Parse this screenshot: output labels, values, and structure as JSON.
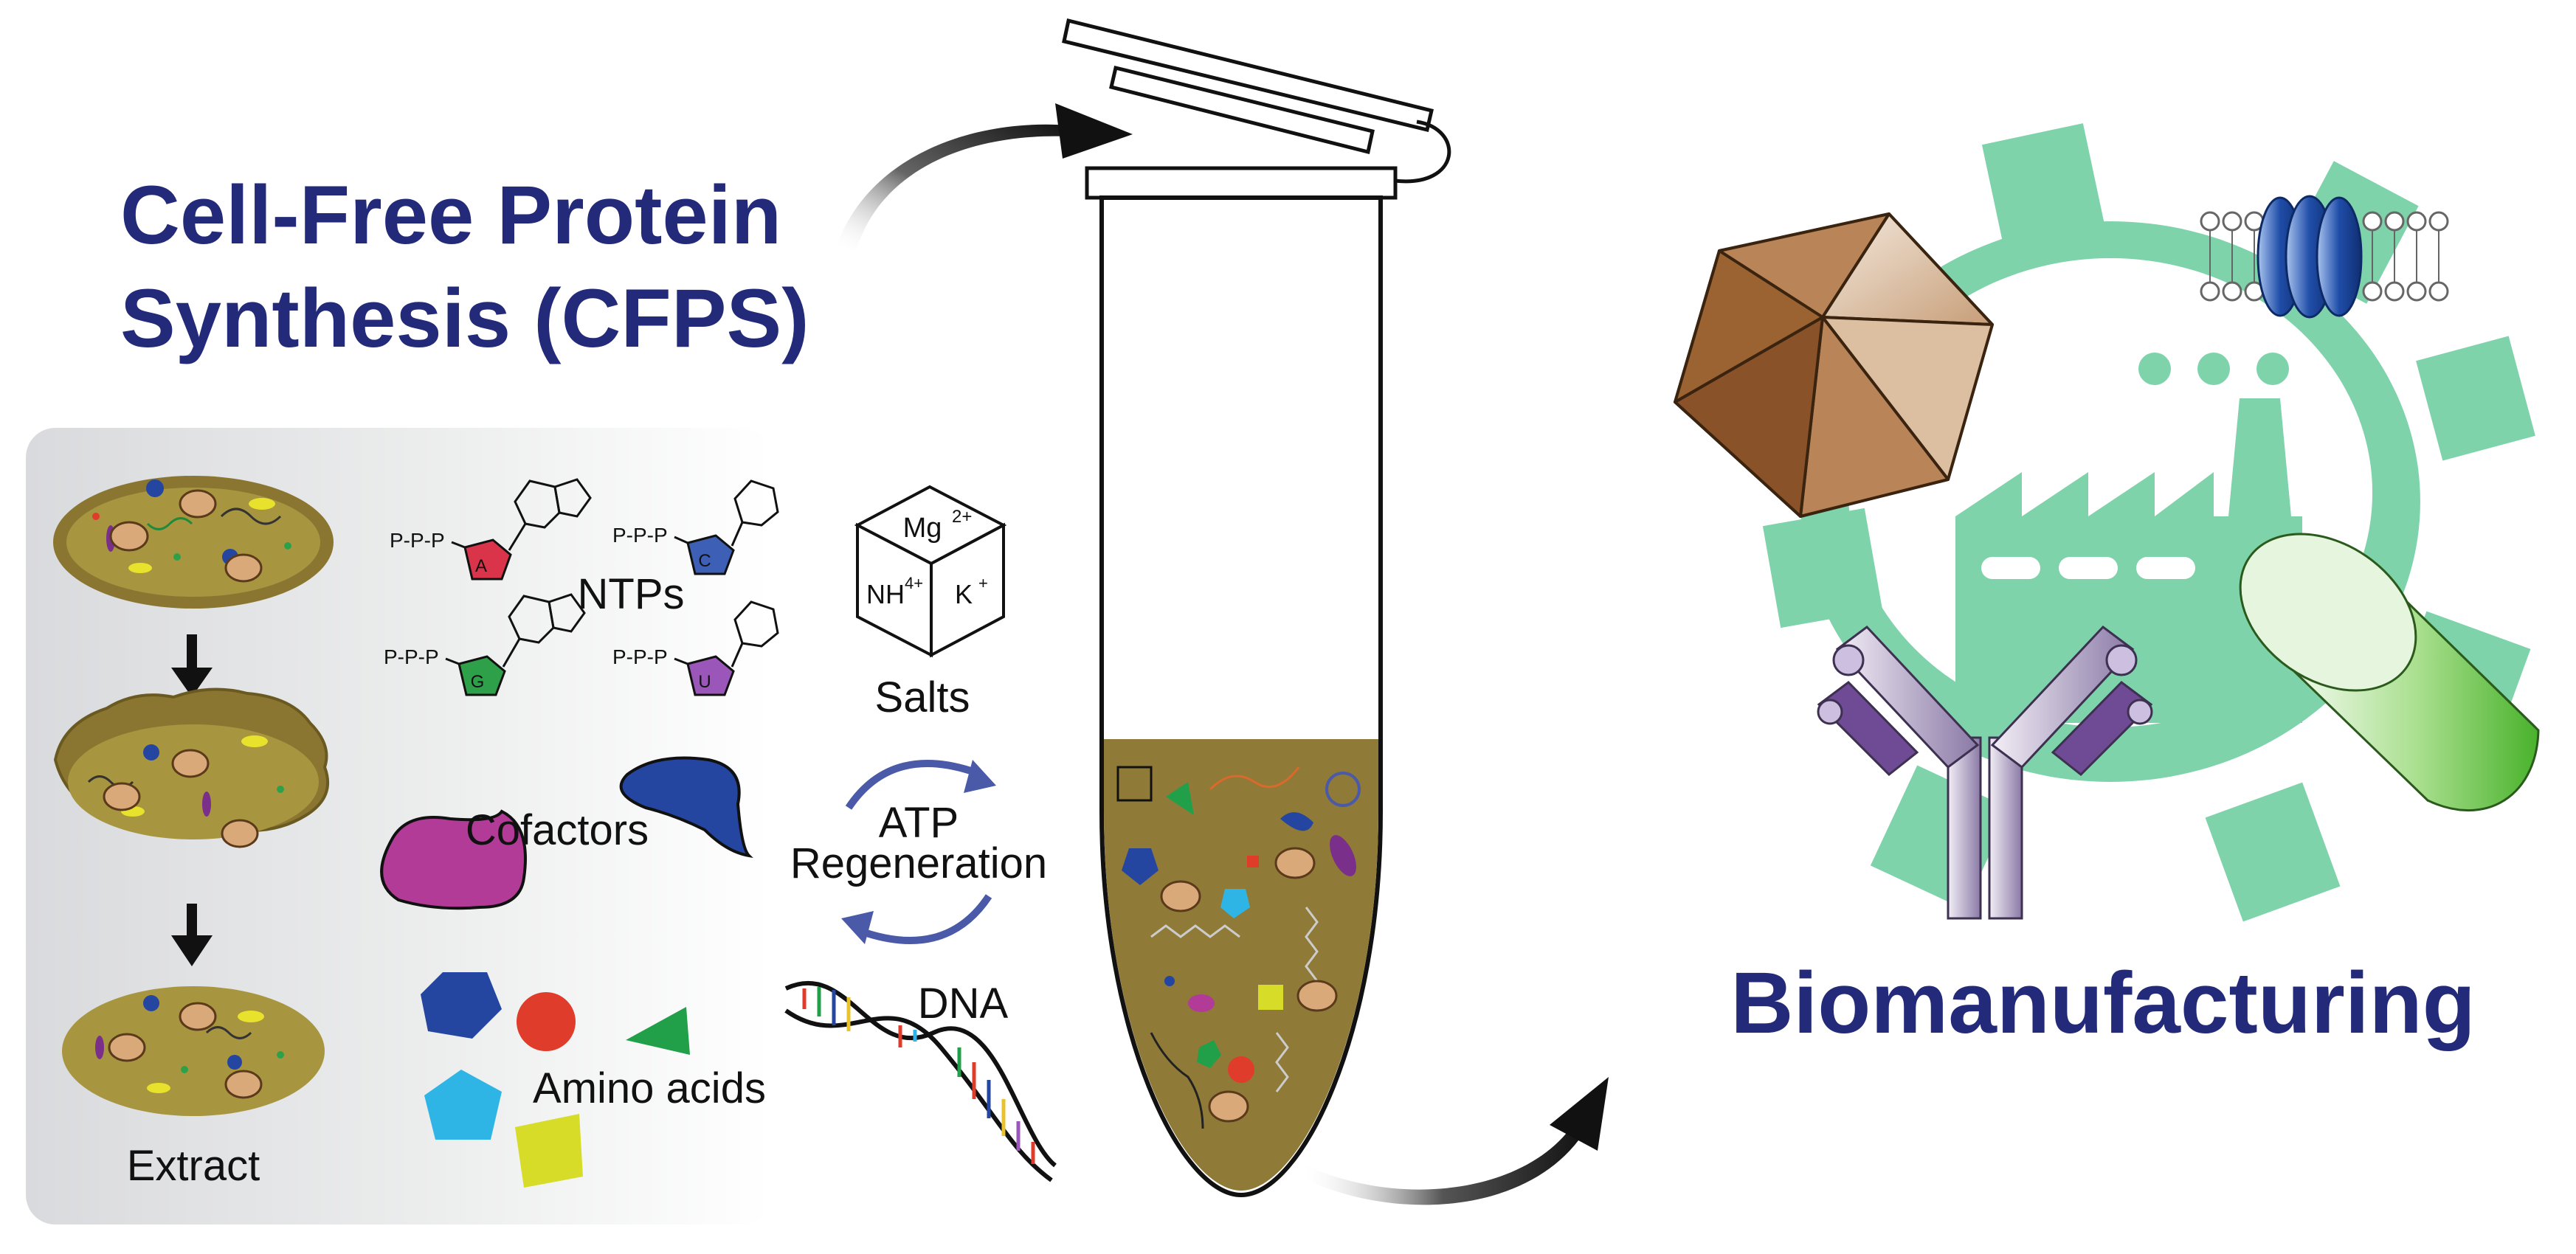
{
  "title": {
    "line1": "Cell-Free Protein",
    "line2": "Synthesis (CFPS)"
  },
  "labels": {
    "ntps": "NTPs",
    "salts": "Salts",
    "cofactors": "Cofactors",
    "atp_line1": "ATP",
    "atp_line2": "Regeneration",
    "dna": "DNA",
    "amino_acids": "Amino acids",
    "extract": "Extract",
    "biomanufacturing": "Biomanufacturing"
  },
  "nucleotides": {
    "phosphate_chain": "P-P-P",
    "bases": [
      "A",
      "C",
      "G",
      "U"
    ]
  },
  "salt_ions": {
    "magnesium": "Mg",
    "magnesium_charge": "2+",
    "ammonium": "NH",
    "ammonium_charge": "4+",
    "potassium": "K",
    "potassium_charge": "+"
  },
  "colors": {
    "title_navy": "#232a7a",
    "panel_gray": "#e4e5e8",
    "cell_olive": "#9c8a3c",
    "tube_liquid": "#8f7a38",
    "gear_green": "#7ed3ab",
    "base_A": "#d9344a",
    "base_C": "#3d5fb5",
    "base_G": "#2fa04a",
    "base_U": "#9a56b8",
    "cofactor_purple": "#b23b97",
    "cofactor_blue": "#2446a0",
    "amino_blue_hex": "#2446a0",
    "amino_red": "#e03c2c",
    "amino_green": "#22a049",
    "amino_cyan": "#2eb5e6",
    "amino_yellow": "#d6dc28",
    "cycle_arrows": "#4a5aa8",
    "capsid_brown": "#a36a3a",
    "membrane_protein_blue": "#1f4da8",
    "antibody_purple": "#6f4a95",
    "cylinder_green": "#5dbf3b"
  },
  "icons": [
    "cell-icon",
    "lysed-cell-icon",
    "extract-icon",
    "down-arrow-icon",
    "nucleotide-icon",
    "salt-cube-icon",
    "cofactor-blob-icon",
    "cycle-arrows-icon",
    "dna-helix-icon",
    "amino-acid-shape-icon",
    "reaction-tube-icon",
    "curved-arrow-icon",
    "gear-icon",
    "factory-icon",
    "capsid-icon",
    "membrane-protein-icon",
    "antibody-icon",
    "cylinder-icon"
  ]
}
